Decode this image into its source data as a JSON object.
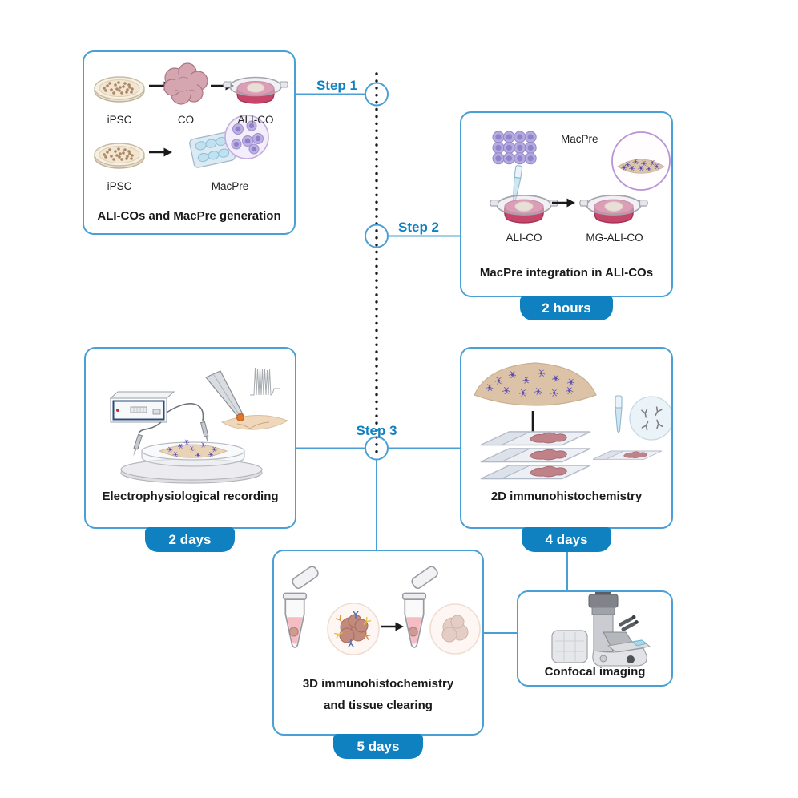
{
  "steps": {
    "s1": "Step 1",
    "s2": "Step 2",
    "s3": "Step 3"
  },
  "generation": {
    "title": "ALI-COs and MacPre generation",
    "ipsc1": "iPSC",
    "co": "CO",
    "alico": "ALI-CO",
    "ipsc2": "iPSC",
    "macpre": "MacPre"
  },
  "integration": {
    "title": "MacPre integration in ALI-COs",
    "macpre": "MacPre",
    "alico": "ALI-CO",
    "mgalico": "MG-ALI-CO",
    "duration": "2 hours"
  },
  "ephys": {
    "title": "Electrophysiological recording",
    "duration": "2 days"
  },
  "ihc2d": {
    "title": "2D immunohistochemistry",
    "duration": "4 days"
  },
  "ihc3d": {
    "title1": "3D immunohistochemistry",
    "title2": "and tissue clearing",
    "duration": "5 days"
  },
  "confocal": {
    "title": "Confocal imaging"
  },
  "colors": {
    "accent": "#4aa0d4",
    "badge": "#0f80c0",
    "step_text": "#0f80c0",
    "dotted_line": "#1b1b1b",
    "text": "#1a1a1a"
  }
}
